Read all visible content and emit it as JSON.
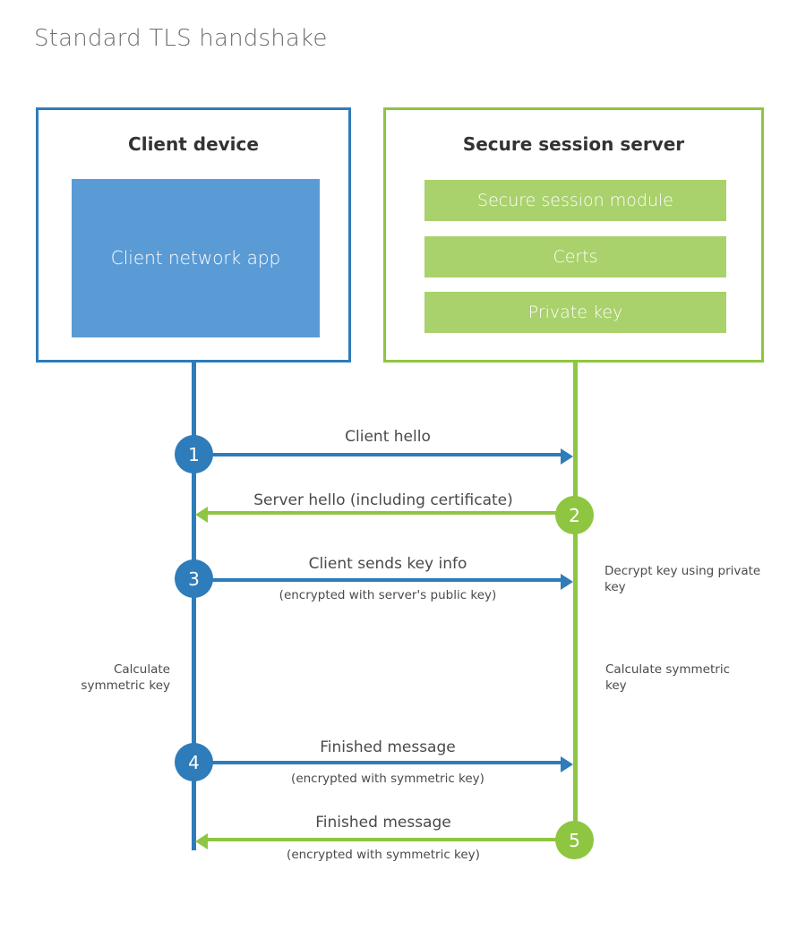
{
  "title": "Standard TLS handshake",
  "colors": {
    "client_accent": "#2e7cba",
    "client_fill": "#5b9bd5",
    "server_accent": "#8ec641",
    "server_fill": "#a9d16c",
    "title_text": "#6d6d6d",
    "body_text": "#4a4a4a"
  },
  "parties": {
    "client": {
      "title": "Client device",
      "app_label": "Client network app"
    },
    "server": {
      "title": "Secure session server",
      "bars": [
        {
          "label": "Secure session module"
        },
        {
          "label": "Certs"
        },
        {
          "label": "Private key"
        }
      ]
    }
  },
  "steps": [
    {
      "number": "1",
      "label": "Client hello",
      "sublabel": "",
      "direction": "client-to-server",
      "color": "blue"
    },
    {
      "number": "2",
      "label": "Server hello (including certificate)",
      "sublabel": "",
      "direction": "server-to-client",
      "color": "green"
    },
    {
      "number": "3",
      "label": "Client sends key info",
      "sublabel": "(encrypted with server's public key)",
      "direction": "client-to-server",
      "color": "blue"
    },
    {
      "number": "4",
      "label": "Finished message",
      "sublabel": "(encrypted with symmetric key)",
      "direction": "client-to-server",
      "color": "blue"
    },
    {
      "number": "5",
      "label": "Finished message",
      "sublabel": "(encrypted with symmetric key)",
      "direction": "server-to-client",
      "color": "green"
    }
  ],
  "annotations": {
    "decrypt_note": "Decrypt key using private key",
    "client_calculate_note": "Calculate symmetric key",
    "server_calculate_note": "Calculate symmetric key"
  }
}
